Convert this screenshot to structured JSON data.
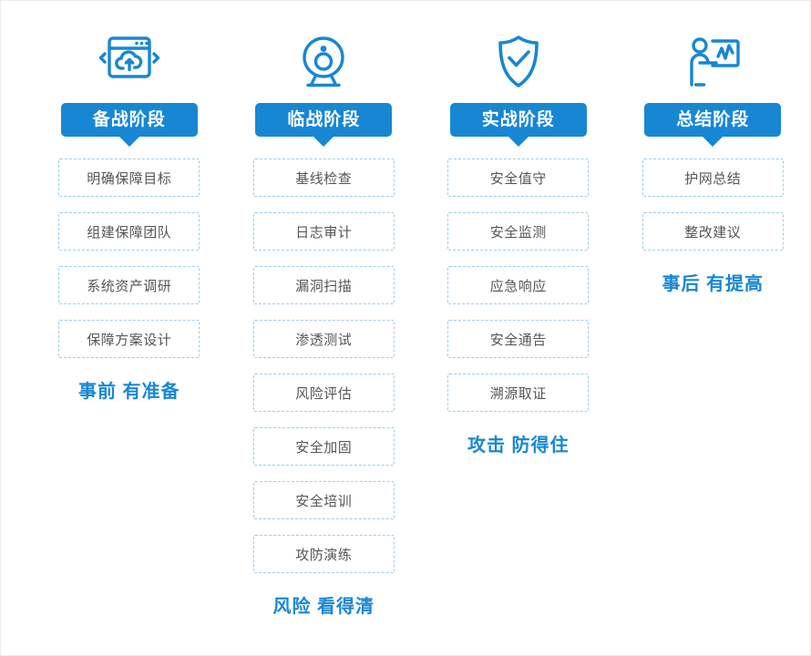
{
  "theme": {
    "accent": "#1787d4",
    "item_border": "#9fcdea",
    "item_text": "#555555",
    "page_bg": "#ffffff",
    "outer_bg": "#f2f2f2"
  },
  "columns": [
    {
      "icon": "browser-cloud-upload-icon",
      "badge": "备战阶段",
      "items": [
        "明确保障目标",
        "组建保障团队",
        "系统资产调研",
        "保障方案设计"
      ],
      "tagline": "事前 有准备"
    },
    {
      "icon": "webcam-monitor-icon",
      "badge": "临战阶段",
      "items": [
        "基线检查",
        "日志审计",
        "漏洞扫描",
        "渗透测试",
        "风险评估",
        "安全加固",
        "安全培训",
        "攻防演练"
      ],
      "tagline": "风险 看得清"
    },
    {
      "icon": "shield-check-icon",
      "badge": "实战阶段",
      "items": [
        "安全值守",
        "安全监测",
        "应急响应",
        "安全通告",
        "溯源取证"
      ],
      "tagline": "攻击 防得住"
    },
    {
      "icon": "presenter-chart-icon",
      "badge": "总结阶段",
      "items": [
        "护网总结",
        "整改建议"
      ],
      "tagline": "事后 有提高"
    }
  ]
}
